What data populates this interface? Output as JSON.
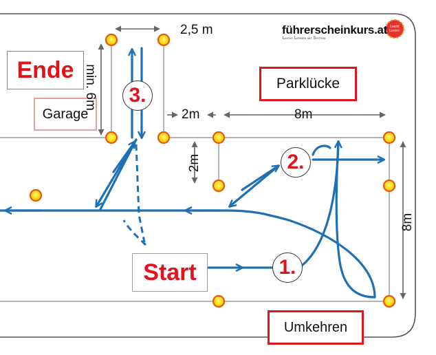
{
  "brand": {
    "name": "führerscheinkurs.at",
    "tagline": "Leicht Lernen mit System",
    "badge_text": "Leicht Lernen",
    "color": "#e3312b"
  },
  "labels": {
    "ende": "Ende",
    "garage": "Garage",
    "parkluecke": "Parklücke",
    "start": "Start",
    "umkehren": "Umkehren"
  },
  "dimensions": {
    "top_width": "2,5 m",
    "garage_depth": "min. 6m",
    "gap": "2m",
    "parking_length": "8m",
    "parking_depth": "2m",
    "turn_width": "8m"
  },
  "steps": [
    "1.",
    "2.",
    "3."
  ],
  "colors": {
    "path": "#1f6fb4",
    "cone_fill": "#ffe11a",
    "cone_ring": "#e05a10",
    "accent_red": "#e0141d",
    "garage_border": "#e8a0a0",
    "line": "#666666"
  }
}
